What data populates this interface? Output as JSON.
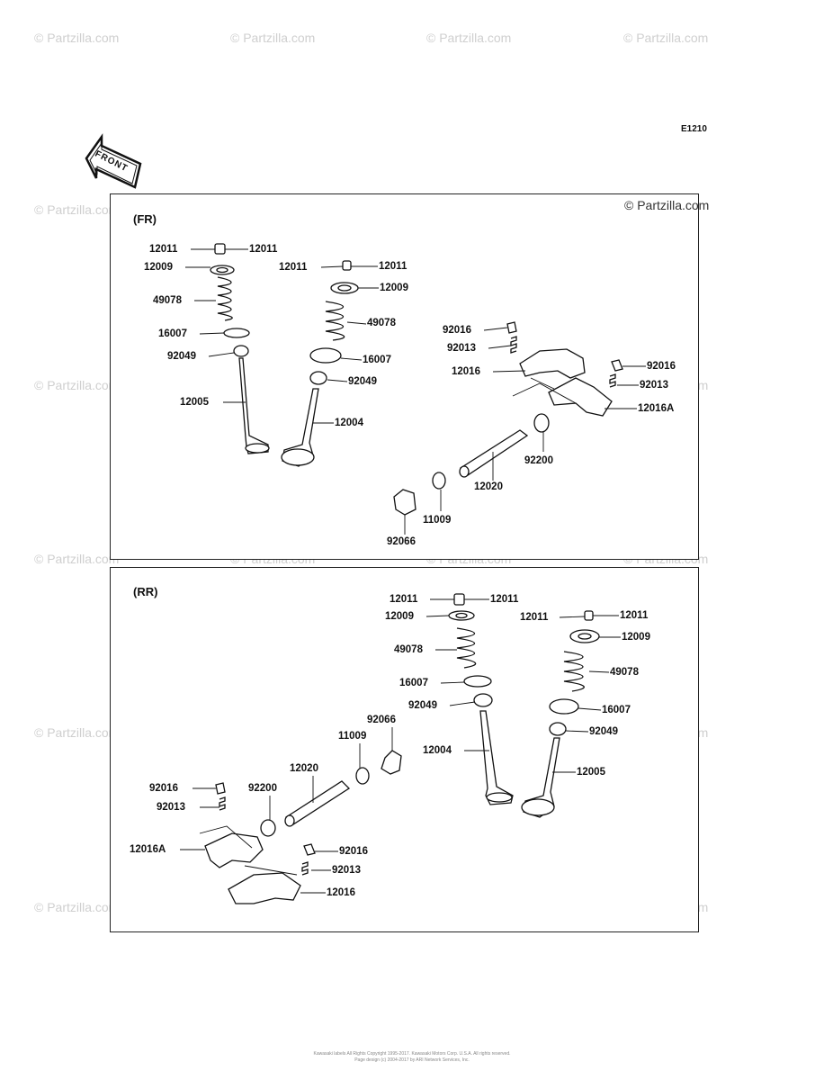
{
  "figure_code": "E1210",
  "front_arrow_text": "FRONT",
  "watermark_text": "© Partzilla.com",
  "copyright_text": "© Partzilla.com",
  "fr_panel": {
    "section_label": "(FR)",
    "labels": {
      "a1": "12011",
      "a2": "12011",
      "a3": "12009",
      "a4": "49078",
      "a5": "16007",
      "a6": "92049",
      "a7": "12005",
      "b1": "12011",
      "b2": "12011",
      "b3": "12009",
      "b4": "49078",
      "b5": "16007",
      "b6": "92049",
      "b7": "12004",
      "c1": "92016",
      "c2": "92013",
      "c3": "12016",
      "c4": "92016",
      "c5": "92013",
      "c6": "12016A",
      "c7": "92200",
      "c8": "12020",
      "c9": "11009",
      "c10": "92066"
    }
  },
  "rr_panel": {
    "section_label": "(RR)",
    "labels": {
      "a1": "12011",
      "a2": "12011",
      "a3": "12009",
      "a4": "49078",
      "a5": "16007",
      "a6": "92049",
      "a7": "12004",
      "b1": "12011",
      "b2": "12011",
      "b3": "12009",
      "b4": "49078",
      "b5": "16007",
      "b6": "92049",
      "b7": "12005",
      "c1": "92066",
      "c2": "11009",
      "c3": "12020",
      "c4": "92200",
      "c5": "92016",
      "c6": "92013",
      "c7": "12016A",
      "c8": "92016",
      "c9": "92013",
      "c10": "12016"
    }
  },
  "footer": {
    "line1": "Kawasaki labels All Rights Copyright 1995-2017. Kawasaki Motors Corp. U.S.A. All rights reserved.",
    "line2": "Page design (c) 2004-2017 by ARI Network Services, Inc."
  }
}
